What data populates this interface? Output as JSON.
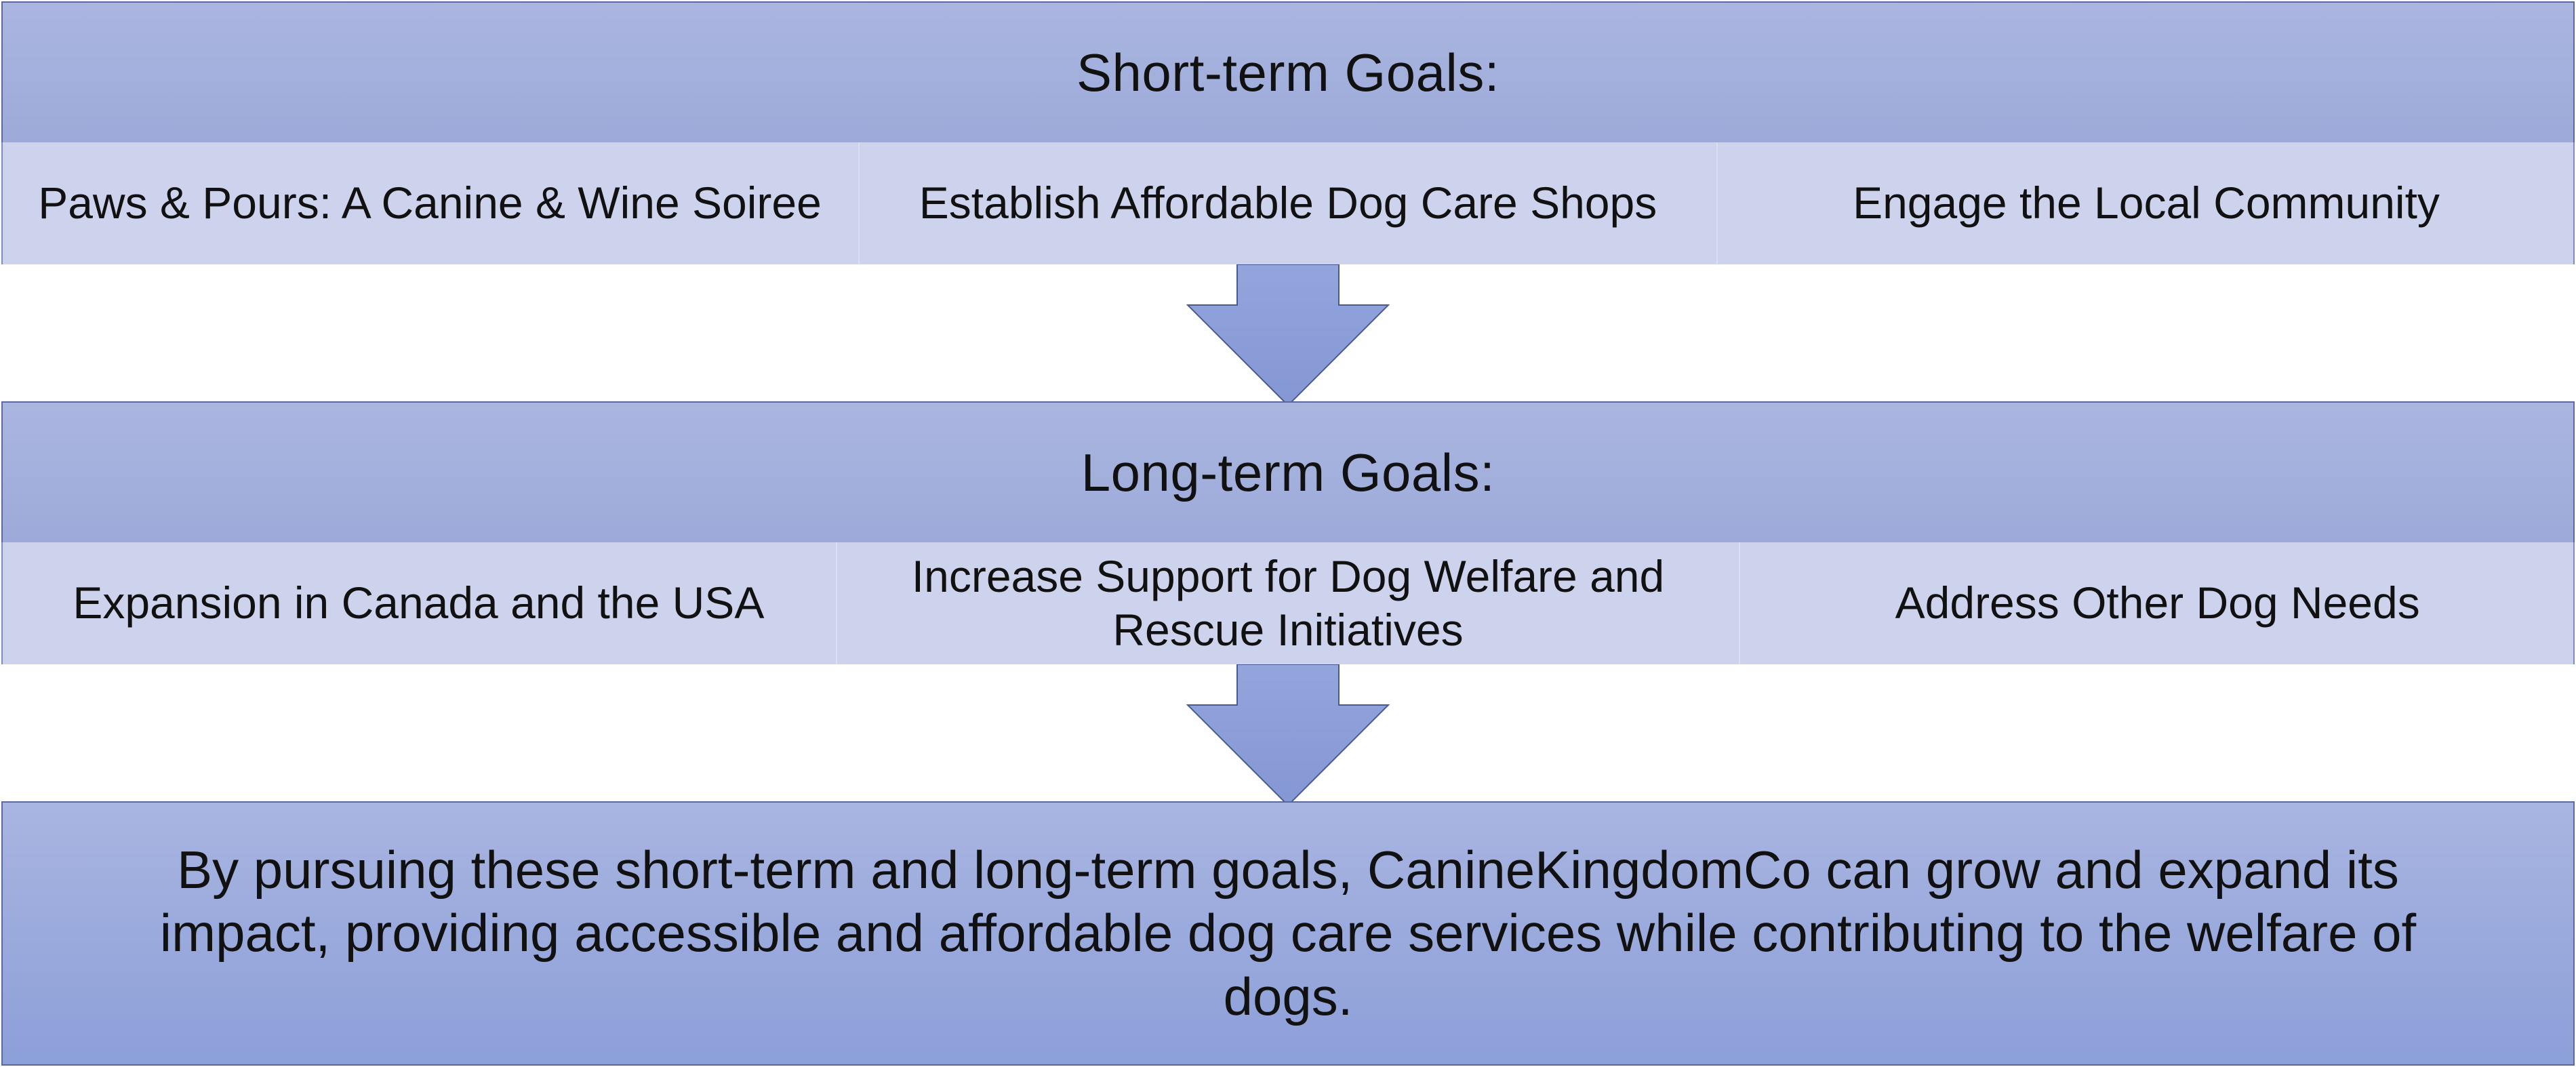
{
  "short_term": {
    "title": "Short-term Goals:",
    "items": [
      "Paws & Pours: A Canine & Wine Soiree",
      "Establish Affordable Dog Care Shops",
      "Engage the Local Community"
    ]
  },
  "long_term": {
    "title": "Long-term Goals:",
    "items": [
      "Expansion in Canada and the USA",
      "Increase Support for Dog Welfare and Rescue Initiatives",
      "Address Other Dog Needs"
    ]
  },
  "summary": {
    "text": "By pursuing these short-term and long-term goals, CanineKingdomCo can grow and expand its impact, providing accessible and affordable dog care services while contributing to the welfare of dogs."
  },
  "colors": {
    "header_fill": "#9daad9",
    "row_fill": "#cdd3ec",
    "arrow_fill": "#8d9fd8",
    "summary_fill": "#8c9fd8",
    "outline": "#5a6aa0"
  }
}
